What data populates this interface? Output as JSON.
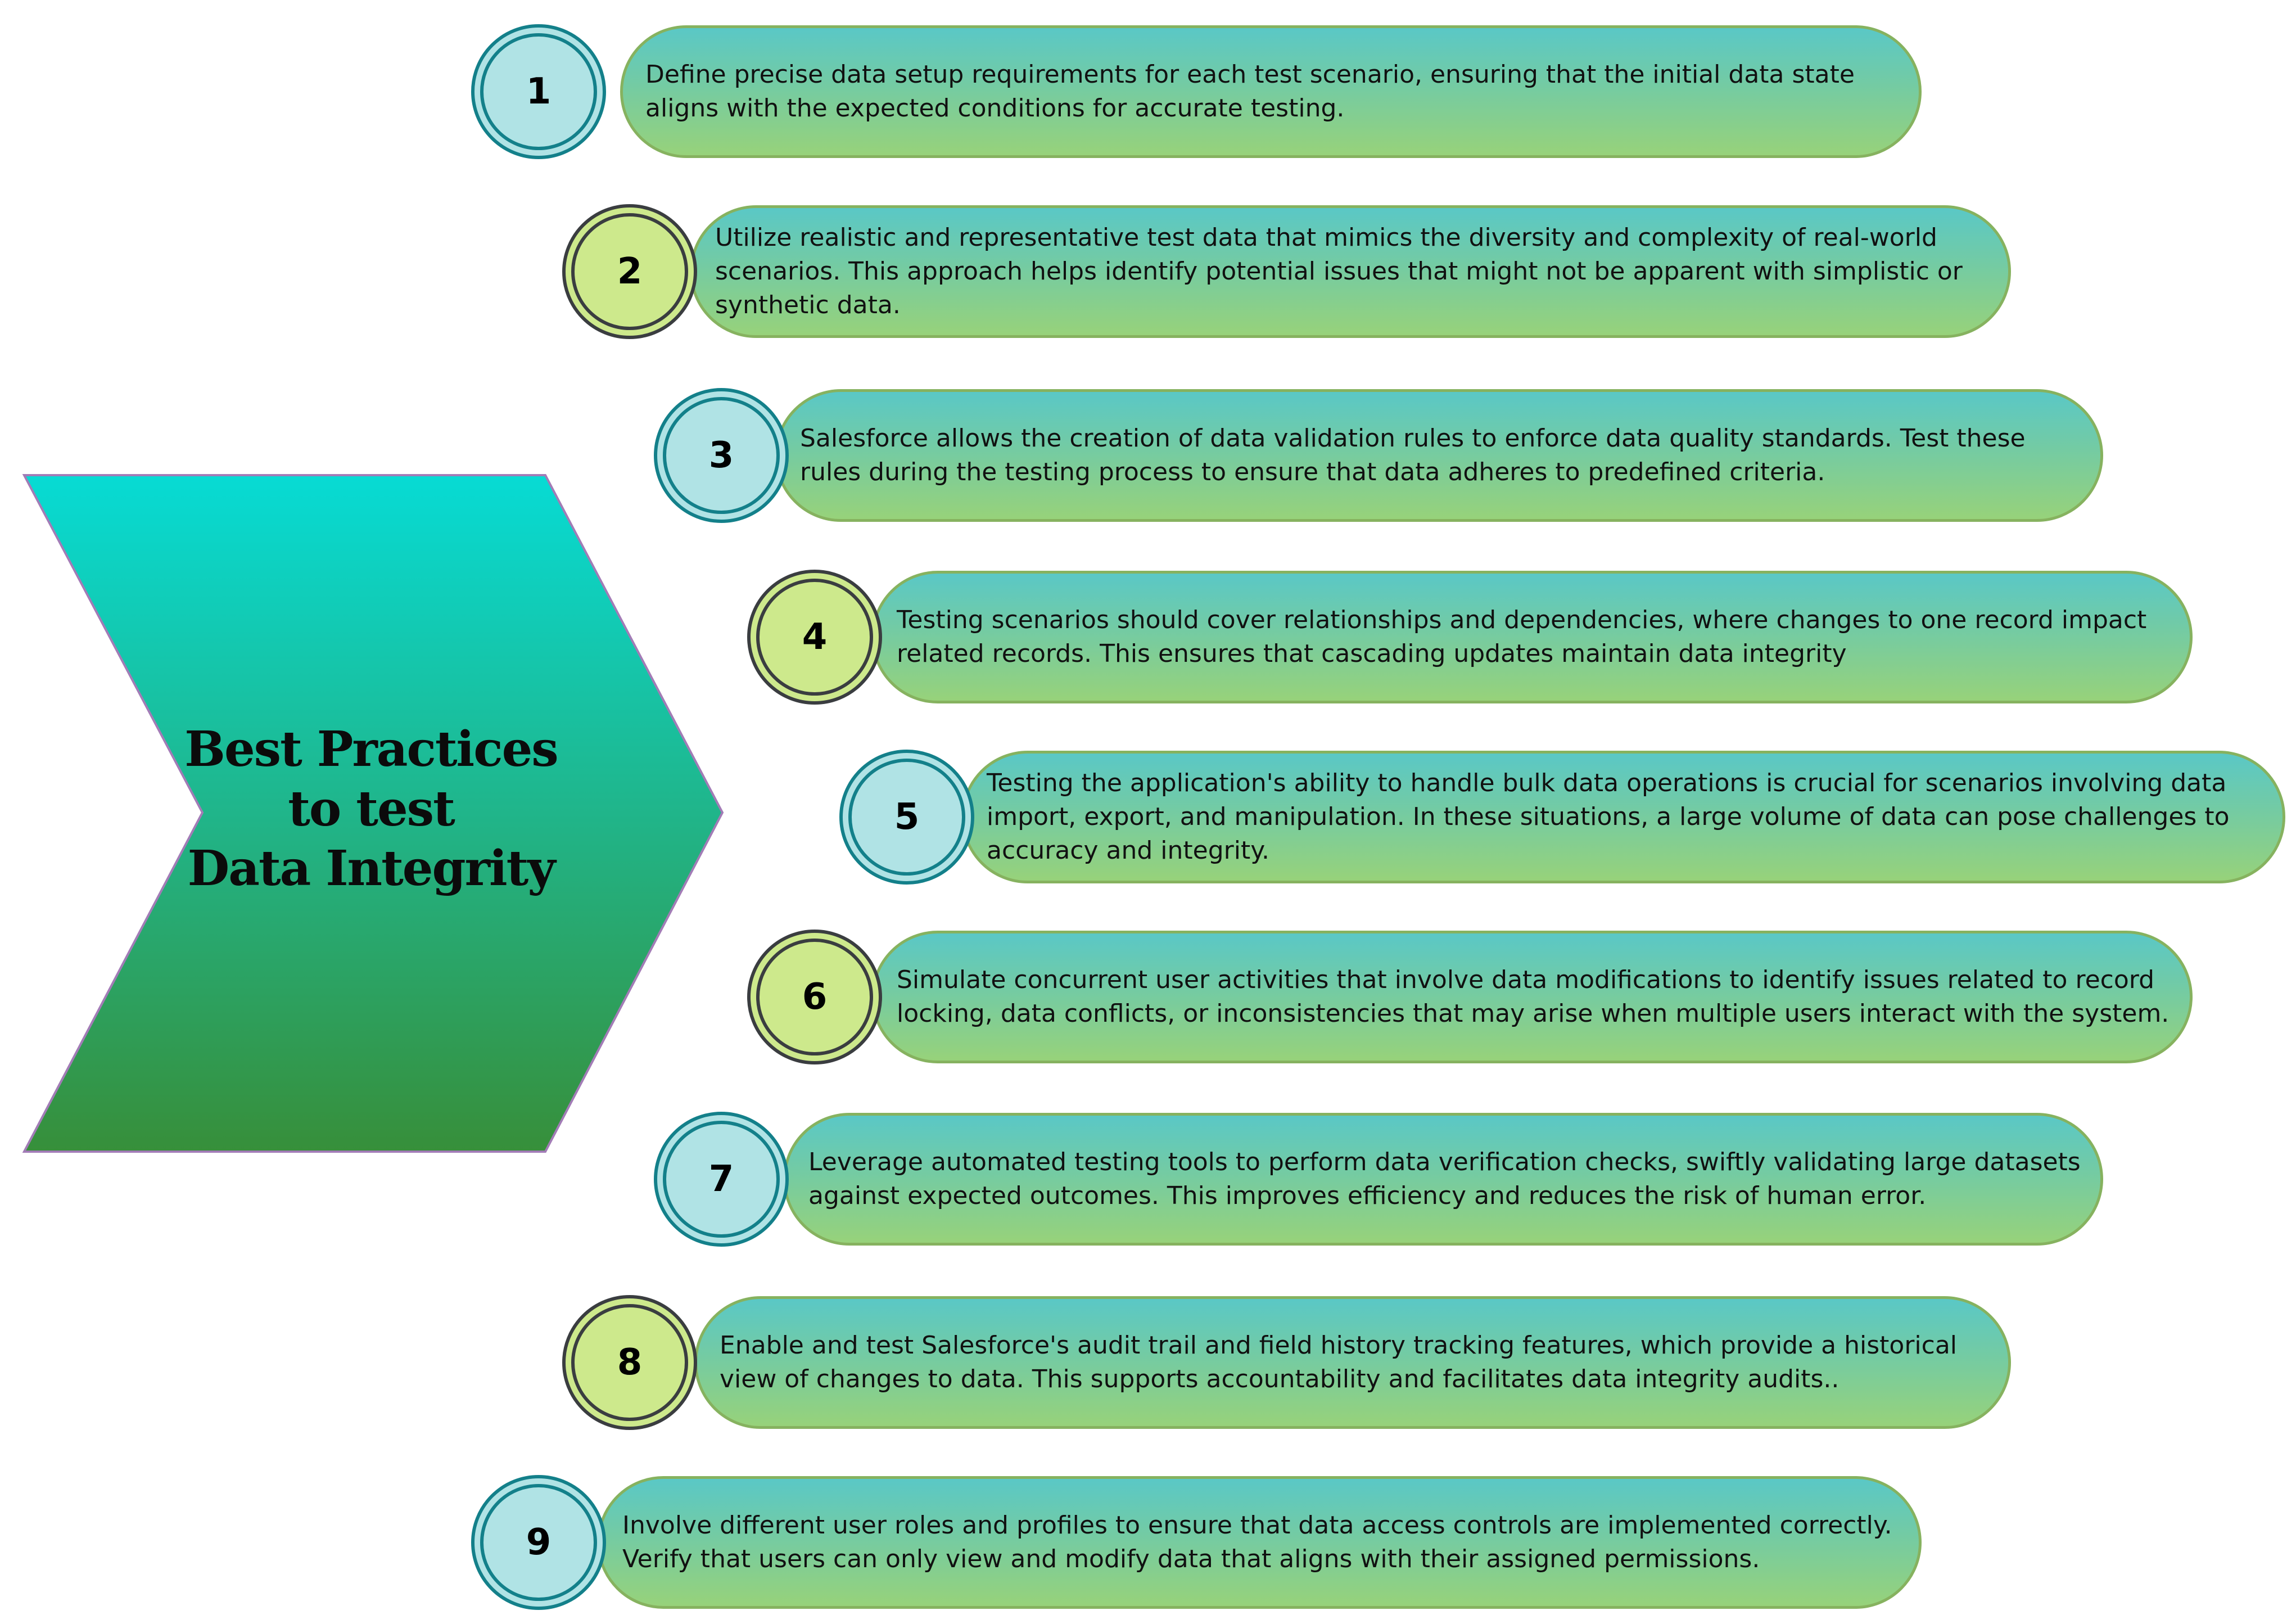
{
  "title": {
    "line1": "Best Practices",
    "line2": "to test",
    "line3": "Data Integrity"
  },
  "colors": {
    "chevron_top": "#07dbd4",
    "chevron_bottom": "#378f3a",
    "chevron_border": "#a27cb6",
    "pill_top": "#5ac8c6",
    "pill_bottom": "#97d27a",
    "pill_border": "#86b25f",
    "circle_teal_fill": "#b0e3e5",
    "circle_teal_border": "#13808a",
    "circle_lime_fill": "#cde98c",
    "circle_lime_border": "#3a3d40"
  },
  "items": [
    {
      "number": "1",
      "style": "teal",
      "text": "Define precise data setup requirements for each test scenario, ensuring that the initial data state aligns with the expected conditions for accurate testing."
    },
    {
      "number": "2",
      "style": "lime",
      "text": "Utilize realistic and representative test data that mimics the diversity and complexity of real-world scenarios. This approach helps identify potential issues that might not be apparent with simplistic or synthetic data."
    },
    {
      "number": "3",
      "style": "teal",
      "text": "Salesforce allows the creation of data validation rules to enforce data quality standards. Test these rules during the testing process to ensure that data adheres to predefined criteria."
    },
    {
      "number": "4",
      "style": "lime",
      "text": "Testing scenarios should cover relationships and dependencies, where changes to one record impact related records. This ensures that cascading updates maintain data integrity"
    },
    {
      "number": "5",
      "style": "teal",
      "text": "Testing the application's ability to handle bulk data operations is crucial for scenarios involving data import, export, and manipulation. In these situations, a large volume of data can pose challenges to accuracy and integrity."
    },
    {
      "number": "6",
      "style": "lime",
      "text": "Simulate concurrent user activities that involve data modifications to identify issues related to record locking, data conflicts, or inconsistencies that may arise when multiple users interact with the system."
    },
    {
      "number": "7",
      "style": "teal",
      "text": "Leverage automated testing tools to perform data verification checks, swiftly validating large datasets against expected outcomes. This improves efficiency and reduces the risk of human error."
    },
    {
      "number": "8",
      "style": "lime",
      "text": "Enable and test Salesforce's audit trail and field history tracking features, which provide a historical view of changes to data. This supports accountability and facilitates data integrity audits.."
    },
    {
      "number": "9",
      "style": "teal",
      "text": "Involve different user roles and profiles to ensure that data access controls are implemented correctly. Verify that users can only view and modify data that aligns with their assigned permissions."
    }
  ]
}
